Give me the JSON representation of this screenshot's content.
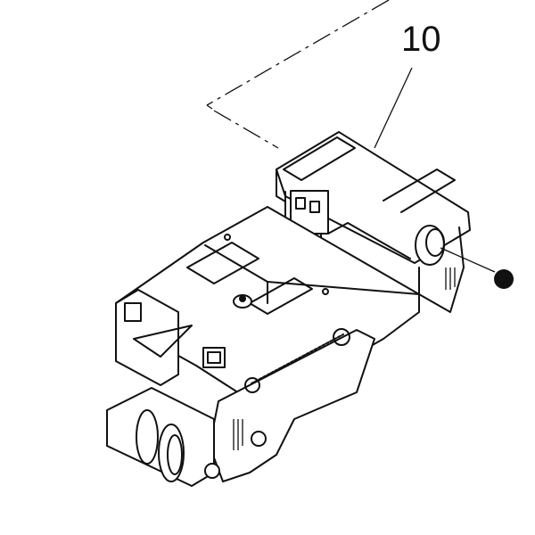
{
  "diagram": {
    "type": "exploded-parts-illustration",
    "callouts": [
      {
        "id": "part-10",
        "label": "10"
      }
    ],
    "markers": [
      {
        "id": "reference-dot",
        "shape": "filled-circle",
        "color": "#111111"
      }
    ],
    "colors": {
      "line": "#111111",
      "background": "#ffffff"
    }
  }
}
